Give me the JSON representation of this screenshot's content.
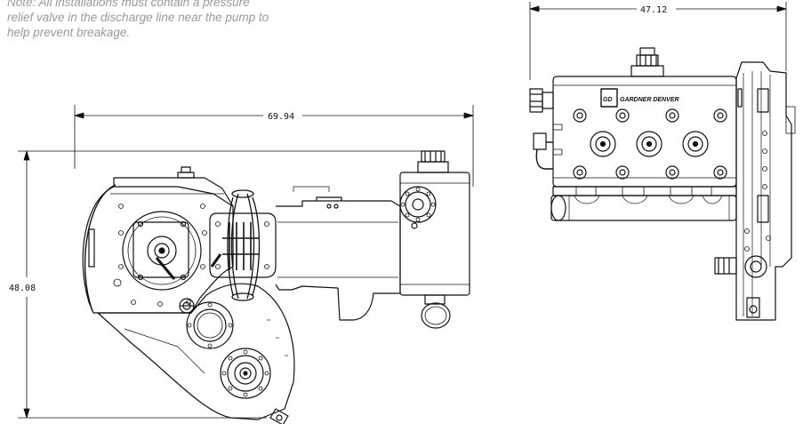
{
  "note": {
    "lines": [
      "Note: All installations must contain a pressure",
      "relief valve in the discharge line near the pump to",
      "help prevent breakage."
    ]
  },
  "side_view": {
    "width_dimension": "69.94",
    "height_dimension": "48.08"
  },
  "front_view": {
    "width_dimension": "47.12",
    "logo_text": "GARDNER DENVER",
    "logo_monogram": "GD"
  },
  "colors": {
    "line": "#111111",
    "note_text": "#9a9a9a",
    "background": "#ffffff"
  }
}
